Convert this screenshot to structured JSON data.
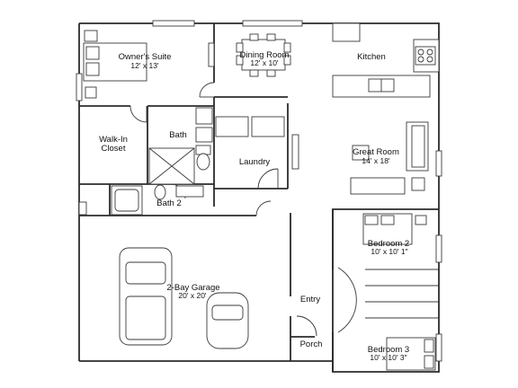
{
  "rooms": {
    "owners_suite": {
      "name": "Owner's Suite",
      "dims": "12' x 13'"
    },
    "dining_room": {
      "name": "Dining Room",
      "dims": "12' x 10'"
    },
    "kitchen": {
      "name": "Kitchen"
    },
    "bath": {
      "name": "Bath"
    },
    "walk_in_closet": {
      "name_line1": "Walk-In",
      "name_line2": "Closet"
    },
    "laundry": {
      "name": "Laundry"
    },
    "great_room": {
      "name": "Great Room",
      "dims": "14' x 18'"
    },
    "bath_2": {
      "name": "Bath 2"
    },
    "bedroom_2": {
      "name": "Bedroom 2",
      "dims": "10' x 10' 1\""
    },
    "garage": {
      "name": "2-Bay Garage",
      "dims": "20' x 20'"
    },
    "entry": {
      "name": "Entry"
    },
    "porch": {
      "name": "Porch"
    },
    "bedroom_3": {
      "name": "Bedroom 3",
      "dims": "10' x 10' 3\""
    }
  },
  "colors": {
    "wall": "#2b2b2b",
    "background": "#ffffff"
  }
}
